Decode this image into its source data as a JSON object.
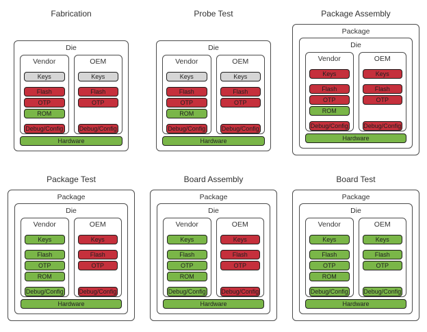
{
  "diagram": {
    "description_labels": {
      "package": "Package",
      "die": "Die",
      "vendor": "Vendor",
      "oem": "OEM",
      "hardware": "Hardware"
    },
    "colors": {
      "red": "#c5303c",
      "green": "#7ab648",
      "gray": "#d5d5d5",
      "box_border": "#4a4a4a",
      "block_border": "#1c1c1c",
      "text": "#2f2f2f",
      "background": "#ffffff"
    },
    "panels": [
      {
        "title": "Fabrication",
        "has_package": false,
        "vendor_blocks": [
          {
            "label": "Keys",
            "state": "gray"
          },
          {
            "label": "Flash",
            "state": "red"
          },
          {
            "label": "OTP",
            "state": "red"
          },
          {
            "label": "ROM",
            "state": "green"
          },
          {
            "label": "Debug/Config",
            "state": "red"
          }
        ],
        "oem_blocks": [
          {
            "label": "Keys",
            "state": "gray"
          },
          {
            "label": "Flash",
            "state": "red"
          },
          {
            "label": "OTP",
            "state": "red"
          },
          {
            "label": "Debug/Config",
            "state": "red"
          }
        ],
        "hardware": {
          "label": "Hardware",
          "state": "green"
        }
      },
      {
        "title": "Probe Test",
        "has_package": false,
        "vendor_blocks": [
          {
            "label": "Keys",
            "state": "gray"
          },
          {
            "label": "Flash",
            "state": "red"
          },
          {
            "label": "OTP",
            "state": "red"
          },
          {
            "label": "ROM",
            "state": "green"
          },
          {
            "label": "Debug/Config",
            "state": "red"
          }
        ],
        "oem_blocks": [
          {
            "label": "Keys",
            "state": "gray"
          },
          {
            "label": "Flash",
            "state": "red"
          },
          {
            "label": "OTP",
            "state": "red"
          },
          {
            "label": "Debug/Config",
            "state": "red"
          }
        ],
        "hardware": {
          "label": "Hardware",
          "state": "green"
        }
      },
      {
        "title": "Package Assembly",
        "has_package": true,
        "vendor_blocks": [
          {
            "label": "Keys",
            "state": "red"
          },
          {
            "label": "Flash",
            "state": "red"
          },
          {
            "label": "OTP",
            "state": "red"
          },
          {
            "label": "ROM",
            "state": "green"
          },
          {
            "label": "Debug/Config",
            "state": "red"
          }
        ],
        "oem_blocks": [
          {
            "label": "Keys",
            "state": "red"
          },
          {
            "label": "Flash",
            "state": "red"
          },
          {
            "label": "OTP",
            "state": "red"
          },
          {
            "label": "Debug/Config",
            "state": "red"
          }
        ],
        "hardware": {
          "label": "Hardware",
          "state": "green"
        }
      },
      {
        "title": "Package Test",
        "has_package": true,
        "vendor_blocks": [
          {
            "label": "Keys",
            "state": "green"
          },
          {
            "label": "Flash",
            "state": "green"
          },
          {
            "label": "OTP",
            "state": "green"
          },
          {
            "label": "ROM",
            "state": "green"
          },
          {
            "label": "Debug/Config",
            "state": "green"
          }
        ],
        "oem_blocks": [
          {
            "label": "Keys",
            "state": "red"
          },
          {
            "label": "Flash",
            "state": "red"
          },
          {
            "label": "OTP",
            "state": "red"
          },
          {
            "label": "Debug/Config",
            "state": "red"
          }
        ],
        "hardware": {
          "label": "Hardware",
          "state": "green"
        }
      },
      {
        "title": "Board Assembly",
        "has_package": true,
        "vendor_blocks": [
          {
            "label": "Keys",
            "state": "green"
          },
          {
            "label": "Flash",
            "state": "green"
          },
          {
            "label": "OTP",
            "state": "green"
          },
          {
            "label": "ROM",
            "state": "green"
          },
          {
            "label": "Debug/Config",
            "state": "green"
          }
        ],
        "oem_blocks": [
          {
            "label": "Keys",
            "state": "red"
          },
          {
            "label": "Flash",
            "state": "red"
          },
          {
            "label": "OTP",
            "state": "red"
          },
          {
            "label": "Debug/Config",
            "state": "red"
          }
        ],
        "hardware": {
          "label": "Hardware",
          "state": "green"
        }
      },
      {
        "title": "Board Test",
        "has_package": true,
        "vendor_blocks": [
          {
            "label": "Keys",
            "state": "green"
          },
          {
            "label": "Flash",
            "state": "green"
          },
          {
            "label": "OTP",
            "state": "green"
          },
          {
            "label": "ROM",
            "state": "green"
          },
          {
            "label": "Debug/Config",
            "state": "green"
          }
        ],
        "oem_blocks": [
          {
            "label": "Keys",
            "state": "green"
          },
          {
            "label": "Flash",
            "state": "green"
          },
          {
            "label": "OTP",
            "state": "green"
          },
          {
            "label": "Debug/Config",
            "state": "green"
          }
        ],
        "hardware": {
          "label": "Hardware",
          "state": "green"
        }
      }
    ]
  }
}
